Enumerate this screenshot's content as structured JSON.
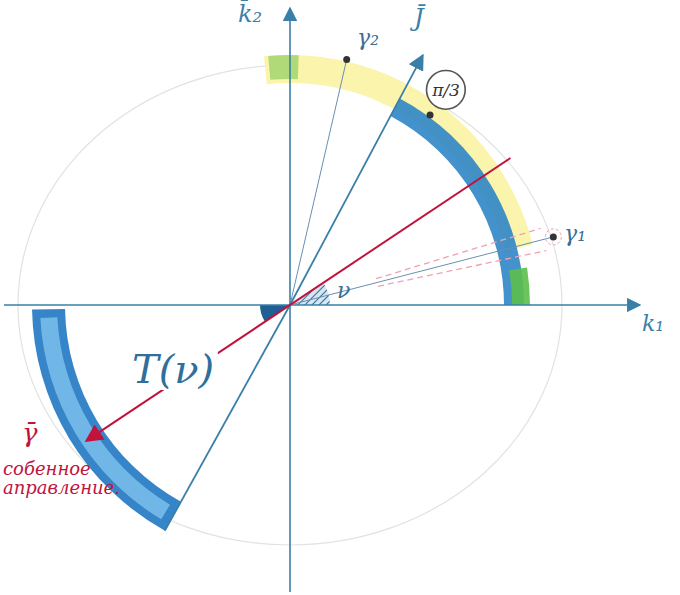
{
  "diagram": {
    "nodes": [
      {
        "text": [
          "π/3"
        ]
      }
    ],
    "labels": [
      "k̄₂",
      "γ₂",
      "J̄",
      "γ₁",
      "ν",
      "T(ν)",
      "k₁",
      "γ̄",
      "собенное аправление."
    ]
  }
}
